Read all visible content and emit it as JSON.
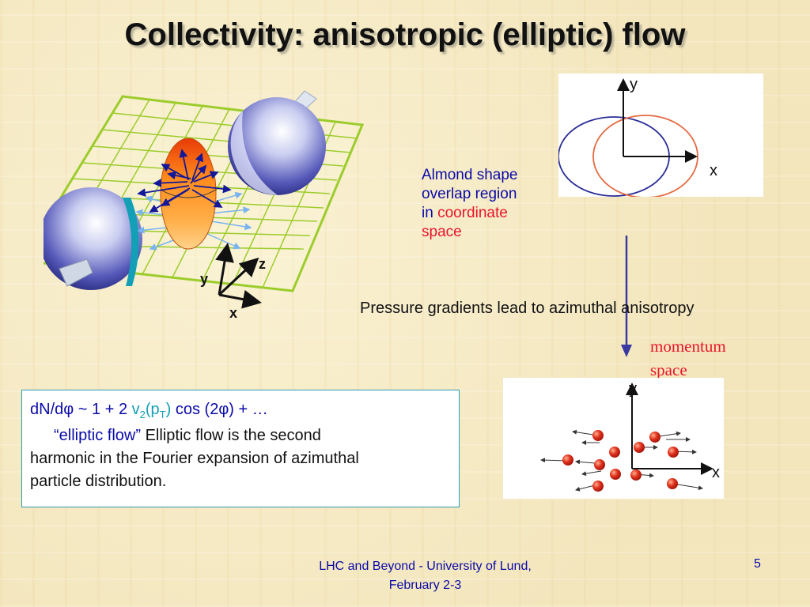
{
  "slide": {
    "title": "Collectivity: anisotropic (elliptic) flow",
    "slide_number": "5",
    "footer": {
      "line1": "LHC and Beyond - University of Lund,",
      "line2": "February 2-3"
    }
  },
  "figure_collision": {
    "axis_labels": {
      "y": "y",
      "z": "z",
      "x": "x"
    }
  },
  "almond": {
    "line1": "Almond shape",
    "line2": "overlap region",
    "line3_prefix": "in ",
    "line3_highlight": "coordinate",
    "line4": "space"
  },
  "coord_plot": {
    "x_label": "x",
    "y_label": "y"
  },
  "pressure_text": "Pressure gradients lead to azimuthal anisotropy",
  "momentum": {
    "line1": "momentum",
    "line2": "space"
  },
  "momentum_plot": {
    "x_label": "x",
    "y_label": "y"
  },
  "formula": {
    "f1": "dN/d",
    "phi1": "φ",
    "f2": " ~ 1 ",
    "plus": "+",
    "f3": " 2 ",
    "v": "v",
    "v_sub": "2",
    "paren_open": "(p",
    "pt_sub": "T",
    "paren_close": ")",
    "f4": " cos (2",
    "phi2": "φ",
    "f5": ") + …"
  },
  "description": {
    "quote": "“elliptic flow”",
    "text_line1": " Elliptic flow is the second",
    "text_line2": "harmonic in the Fourier expansion of azimuthal",
    "text_line3": "particle distribution."
  },
  "colors": {
    "title_shadow": "#b9b39a",
    "blue_text": "#0a0aa8",
    "red_text": "#e8142a",
    "teal": "#139fb6",
    "grid_green": "#9ccc2c"
  }
}
